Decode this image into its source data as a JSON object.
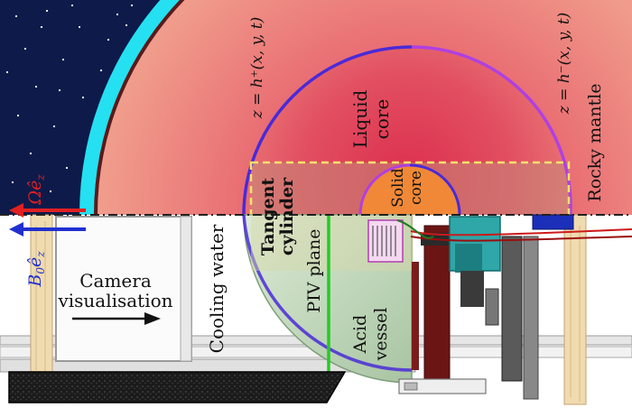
{
  "labels": {
    "liquid_core_l1": "Liquid",
    "liquid_core_l2": "core",
    "solid_core_l1": "Solid",
    "solid_core_l2": "core",
    "rocky_mantle": "Rocky mantle",
    "tangent_l1": "Tangent",
    "tangent_l2": "cylinder",
    "piv_plane": "PIV plane",
    "cooling_water": "Cooling water",
    "acid_l1": "Acid",
    "acid_l2": "vessel",
    "camera_l1": "Camera",
    "camera_l2": "visualisation",
    "h_plus": "z = h⁺(x, y, t)",
    "h_minus": "z = h⁻(x, y, t)",
    "omega": "Ωê",
    "omega_sub": "z",
    "b0_base": "B",
    "b0_sub0": "0",
    "b0_e": "ê",
    "b0_sub": "z"
  },
  "colors": {
    "space": "#0e1a4a",
    "atmosphere": "#25e0f0",
    "mantle": "#f0a290",
    "liquid_core": "#e04e62",
    "solid_core": "#f08838",
    "tangent_cylinder": "#f5e26a",
    "piv_line": "#22cc22",
    "omega_arrow": "#e02020",
    "b0_arrow": "#2030d0",
    "spiral_blue": "#4a2ad8",
    "spiral_violet": "#b040e0",
    "vessel": "#c8dcc4"
  },
  "icons": {
    "camera_arrow": "right-arrow-icon",
    "stars": "star-icon"
  }
}
